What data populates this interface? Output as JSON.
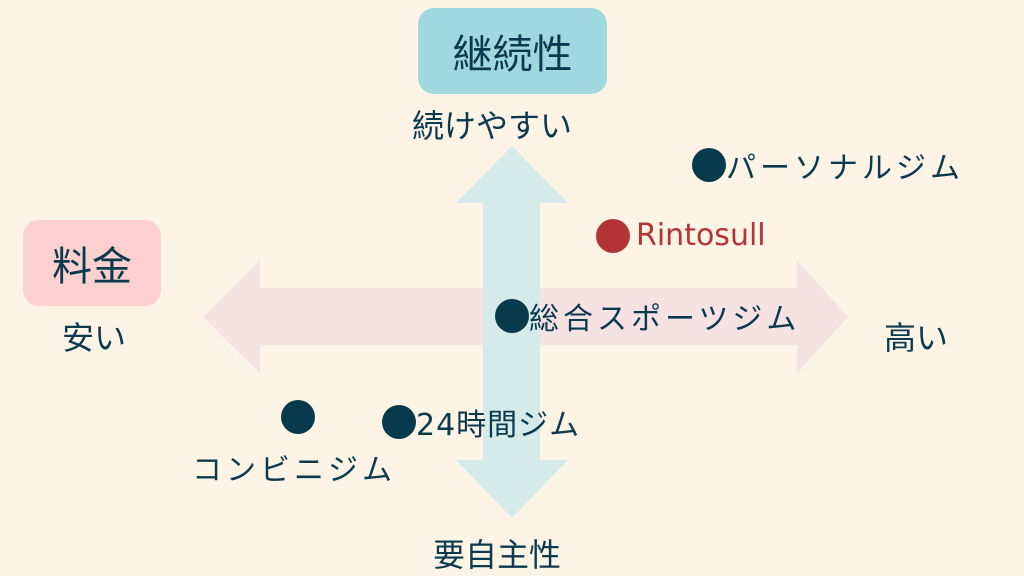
{
  "axes": {
    "vertical": {
      "title": "継続性",
      "top_label": "続けやすい",
      "bottom_label": "要自主性",
      "color": "#d4ebe9",
      "badge_color": "#9fd9df"
    },
    "horizontal": {
      "title": "料金",
      "left_label": "安い",
      "right_label": "高い",
      "color": "#f6e1e3",
      "badge_color": "#fbd0cf"
    }
  },
  "points": [
    {
      "label": "パーソナルジム",
      "color": "#073a4c"
    },
    {
      "label": "Rintosull",
      "color": "#b23437"
    },
    {
      "label": "総合スポーツジム",
      "color": "#073a4c"
    },
    {
      "label": "24時間ジム",
      "color": "#073a4c"
    },
    {
      "label": "コンビニジム",
      "color": "#073a4c"
    }
  ],
  "text_color": "#0b3a4e",
  "background": "#fdf4e5"
}
